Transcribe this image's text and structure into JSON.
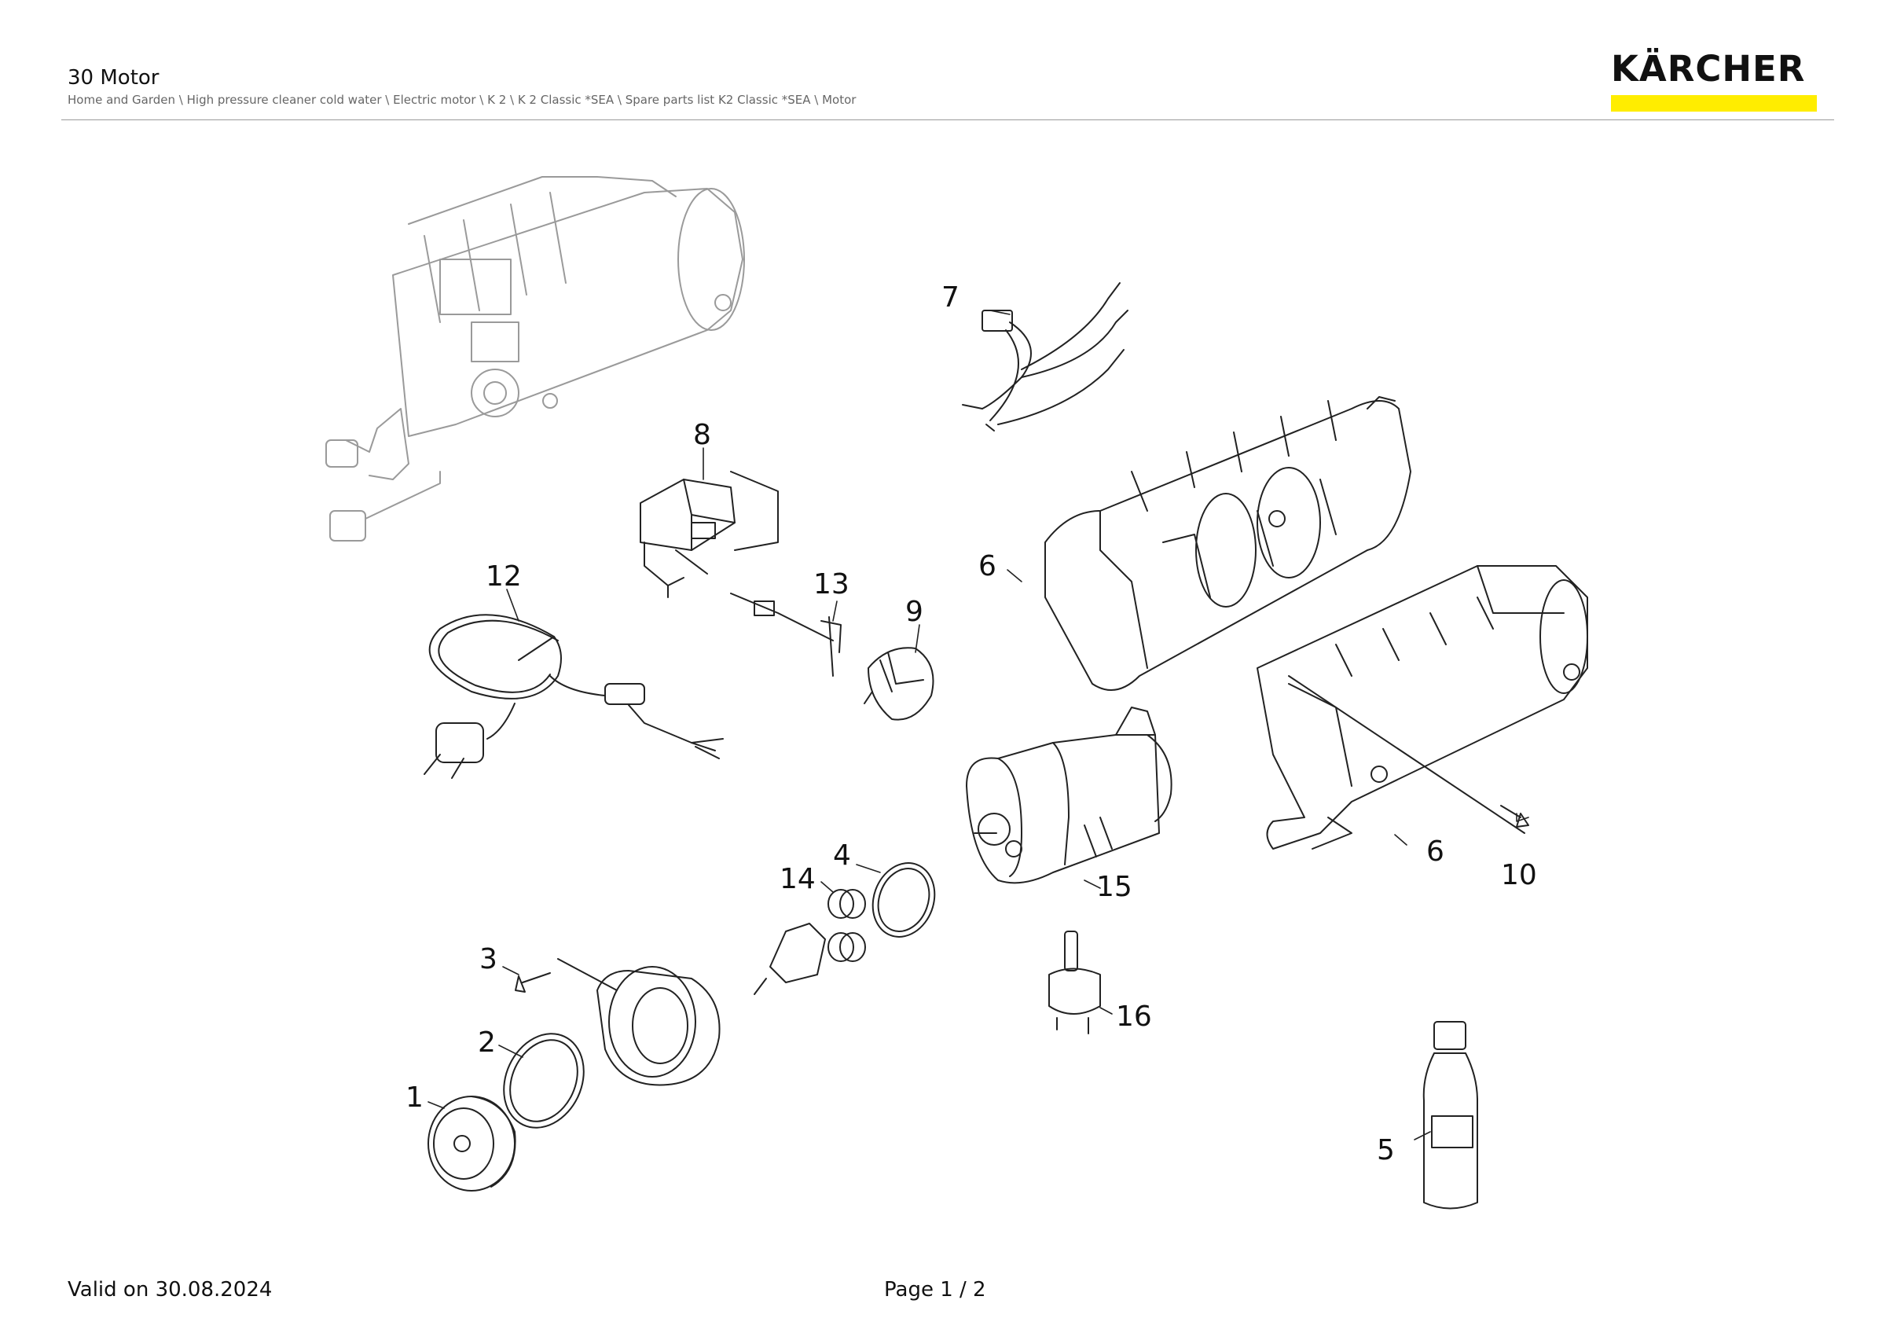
{
  "header": {
    "title": "30 Motor",
    "breadcrumb": "Home and Garden \\ High pressure cleaner cold water \\ Electric motor \\ K 2 \\ K 2 Classic *SEA \\ Spare parts list K2 Classic *SEA \\ Motor",
    "logo_text": "KÄRCHER",
    "logo_bar_color": "#ffed00"
  },
  "callouts": {
    "c1": "1",
    "c2": "2",
    "c3": "3",
    "c4": "4",
    "c5": "5",
    "c6a": "6",
    "c6b": "6",
    "c7": "7",
    "c8": "8",
    "c9": "9",
    "c10": "10",
    "c12": "12",
    "c13": "13",
    "c14": "14",
    "c15": "15",
    "c16": "16"
  },
  "footer": {
    "valid": "Valid on 30.08.2024",
    "page": "Page 1 / 2"
  }
}
